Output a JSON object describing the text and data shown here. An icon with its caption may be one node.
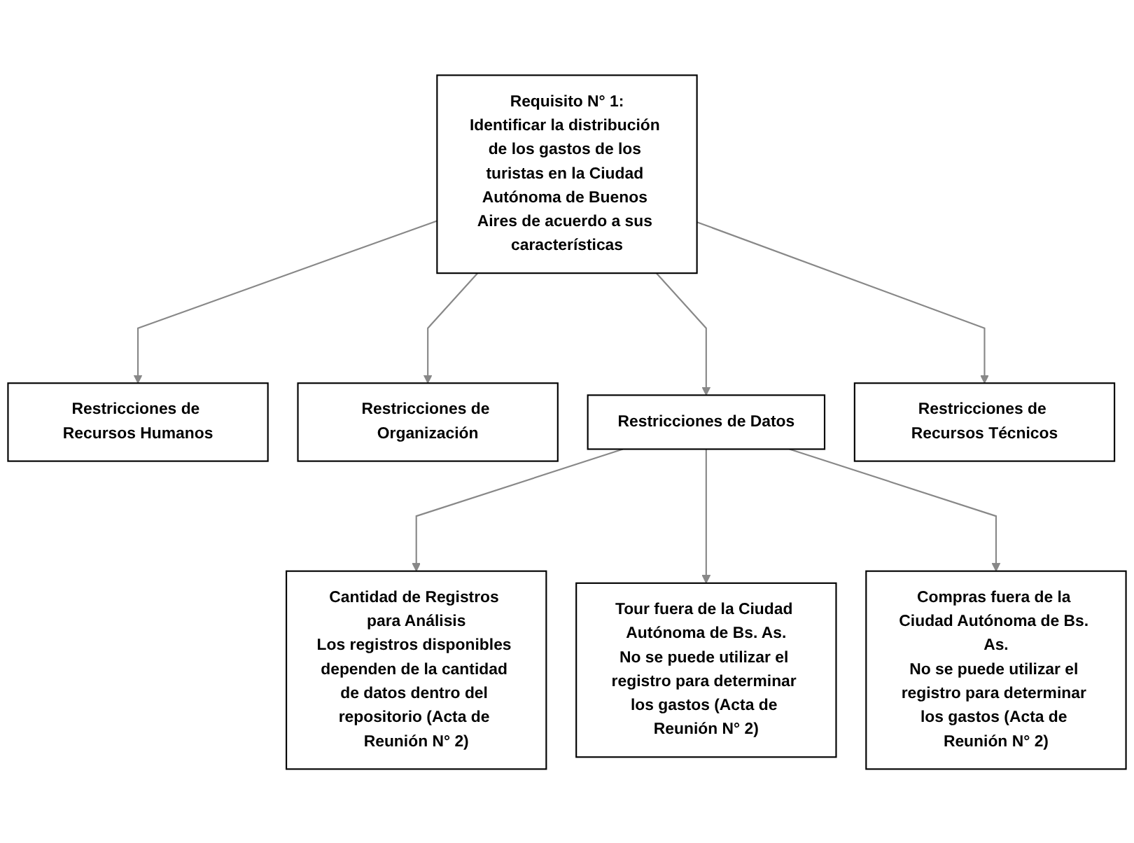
{
  "diagram": {
    "nodes": [
      {
        "text": [
          "Restricciones de Recursos Humanos"
        ]
      },
      {
        "text": [
          "Restricciones de Organización"
        ]
      },
      {
        "text": [
          "Requisito N° 1:",
          "Identificar la distribución de los gastos de los turistas en la Ciudad Autónoma de Buenos Aires de acuerdo a sus características"
        ]
      },
      {
        "text": [
          "Cantidad de Registros para Análisis",
          "Los registros disponibles dependen de la cantidad de datos dentro del repositorio (Acta de Reunión N° 2)"
        ]
      },
      {
        "text": [
          "Restricciones de Recursos Técnicos"
        ]
      },
      {
        "text": [
          "Restricciones de Datos"
        ]
      },
      {
        "text": [
          "Tour fuera de la Ciudad Autónoma de Bs. As.",
          "No se puede utilizar el registro para determinar los gastos (Acta de Reunión N° 2)"
        ]
      },
      {
        "text": [
          "Compras fuera de la Ciudad Autónoma de Bs. As.",
          "No se puede utilizar el registro para determinar los gastos (Acta de Reunión N° 2)"
        ]
      }
    ],
    "edges": [
      {
        "from": 2,
        "to": 0,
        "arrow": "to"
      },
      {
        "from": 2,
        "to": 1,
        "arrow": "to"
      },
      {
        "from": 2,
        "to": 4,
        "arrow": "to"
      },
      {
        "from": 2,
        "to": 5,
        "arrow": "to"
      },
      {
        "from": 5,
        "to": 3,
        "arrow": "to"
      },
      {
        "from": 5,
        "to": 6,
        "arrow": "to"
      },
      {
        "from": 5,
        "to": 7,
        "arrow": "to"
      }
    ]
  }
}
